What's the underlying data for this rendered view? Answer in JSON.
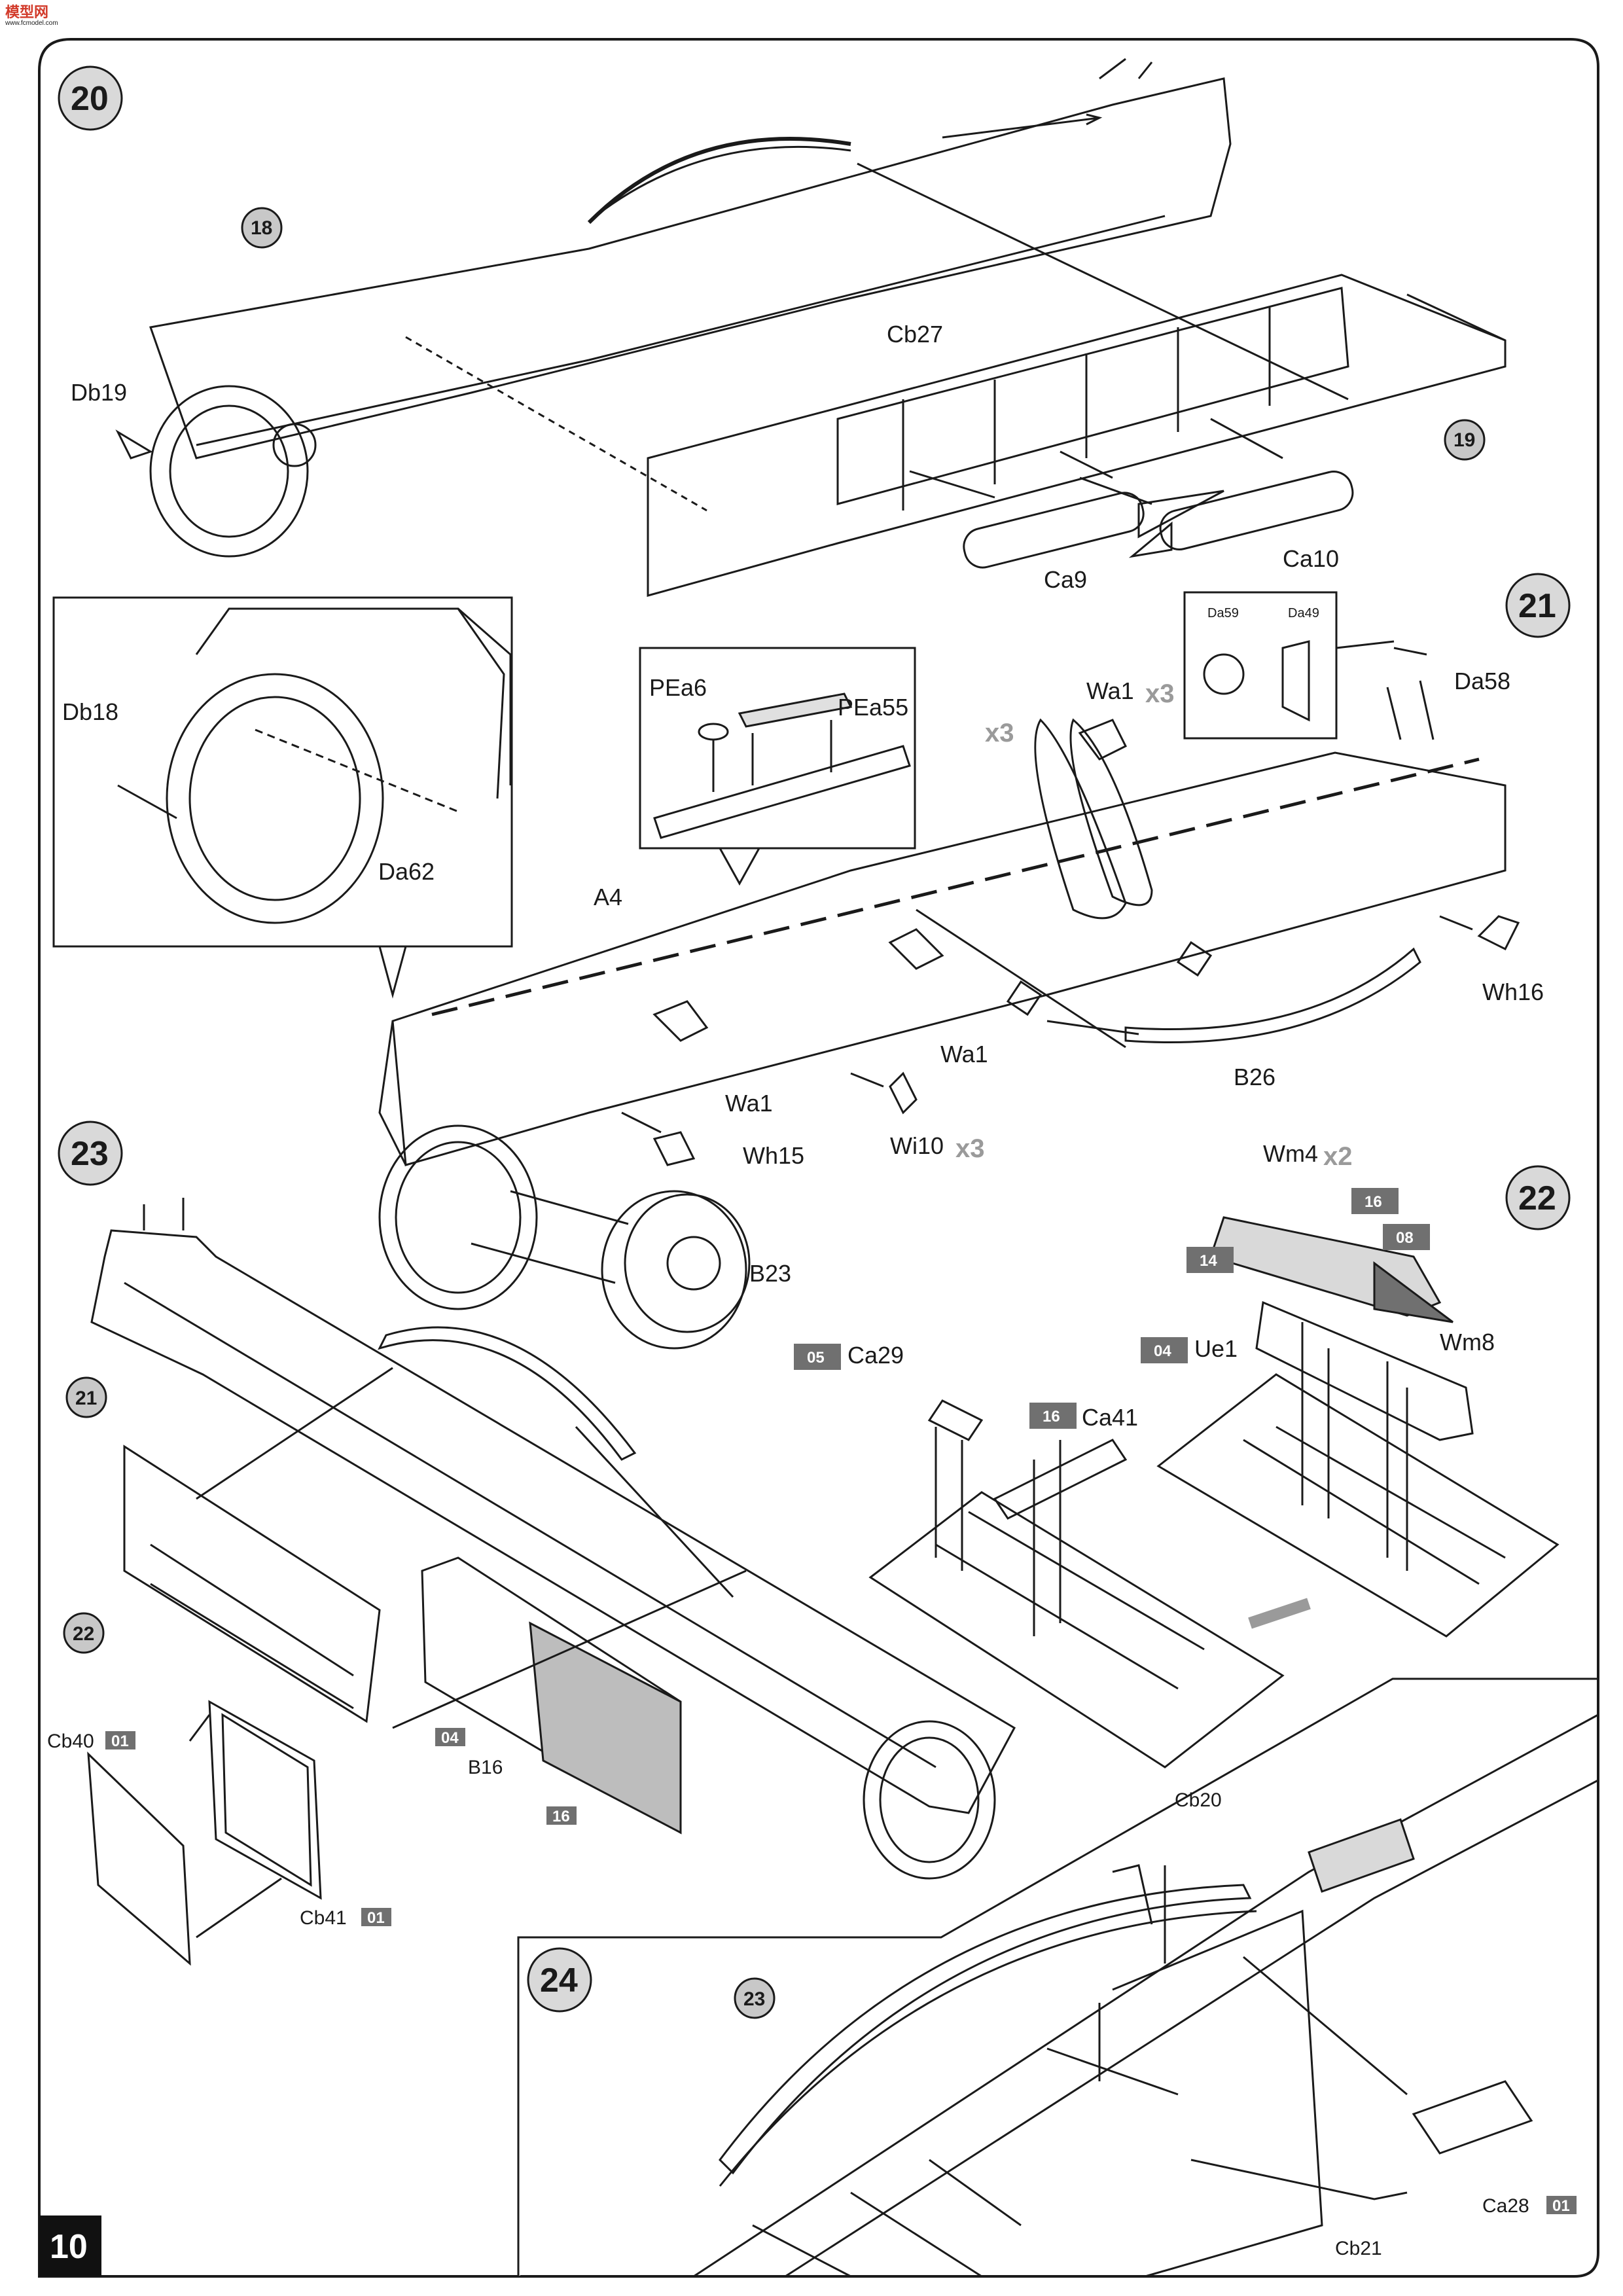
{
  "brand": {
    "logo_text": "模型网",
    "url_text": "www.fcmodel.com",
    "logo_color": "#d23a2a"
  },
  "page": {
    "number": "10"
  },
  "colors": {
    "line": "#1a1a1a",
    "step_circle": "#d9d9d9",
    "part_circle": "#c8c8c8",
    "tag_fill": "#707070",
    "panel_fill": "#bdbdbd",
    "qty": "#9a9a9a"
  },
  "steps": [
    {
      "number": "20",
      "callouts": {
        "hull_left": "18",
        "hull_right": "19"
      },
      "labels": {
        "db19": "Db19",
        "cb27": "Cb27",
        "ca9": "Ca9",
        "ca10": "Ca10"
      }
    },
    {
      "number": "21",
      "labels": {
        "db18": "Db18",
        "da62": "Da62",
        "pea6": "PEa6",
        "pea55": "PEa55",
        "a4": "A4",
        "wa1_top": "Wa1",
        "wa1_mid": "Wa1",
        "wa1_left": "Wa1",
        "wh15": "Wh15",
        "wh16": "Wh16",
        "wi10": "Wi10",
        "b26": "B26",
        "b23": "B23",
        "da59": "Da59",
        "da49": "Da49",
        "da58": "Da58"
      },
      "qty": {
        "wa1": "x3",
        "wi10": "x3",
        "left": "x3"
      }
    },
    {
      "number": "22",
      "labels": {
        "wm4": "Wm4",
        "wm8": "Wm8",
        "ue1": "Ue1",
        "ca29": "Ca29",
        "ca41": "Ca41"
      },
      "qty": {
        "wm4": "x2"
      },
      "tags": {
        "t16a": "16",
        "t08": "08",
        "t14": "14",
        "t04": "04",
        "t05": "05",
        "t16b": "16"
      }
    },
    {
      "number": "23",
      "callouts": {
        "c21": "21",
        "c22": "22"
      },
      "labels": {
        "cb40": "Cb40",
        "cb41": "Cb41",
        "b16": "B16"
      },
      "tags": {
        "cb40": "01",
        "cb41": "01",
        "t04": "04",
        "t16": "16"
      }
    },
    {
      "number": "24",
      "callouts": {
        "c23": "23"
      },
      "labels": {
        "cb20": "Cb20",
        "cb21": "Cb21",
        "ca28": "Ca28"
      },
      "tags": {
        "ca28": "01"
      }
    }
  ]
}
